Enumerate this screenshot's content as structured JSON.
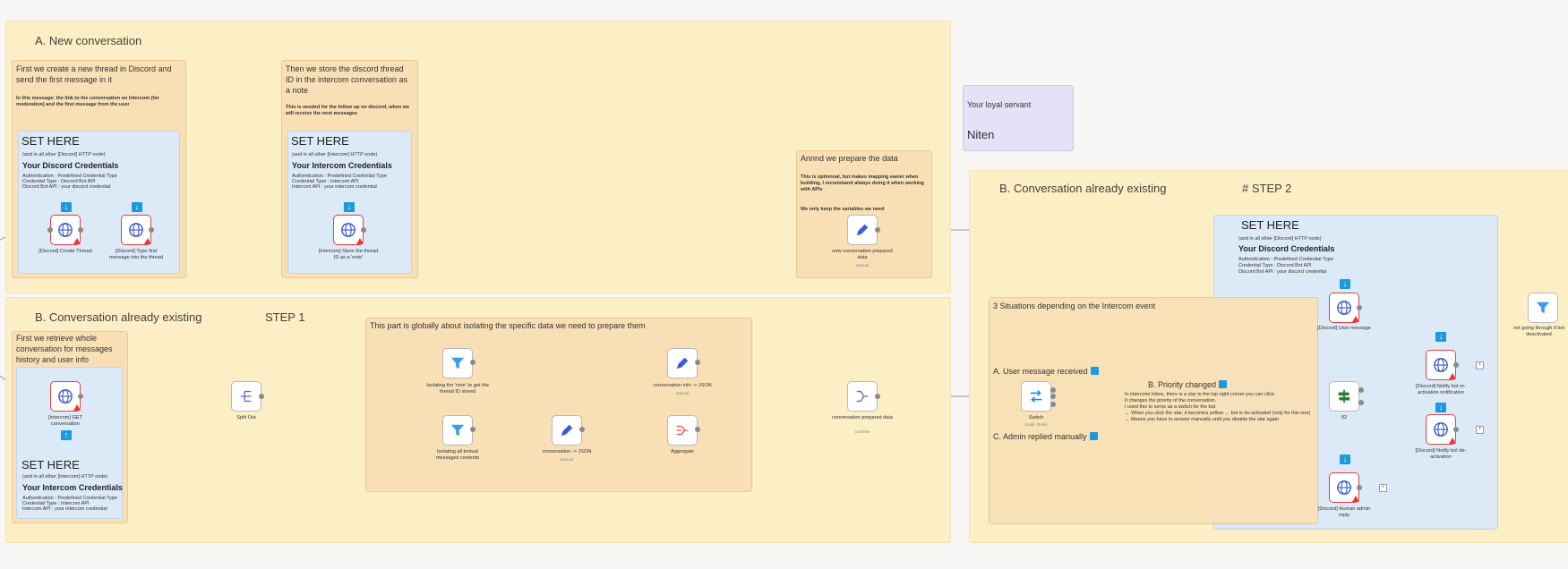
{
  "colors": {
    "group_bg": "#fcefc6",
    "note_bg": "#f8dfb6",
    "set_here_bg": "#dce9f6",
    "servant_bg": "#e5e1f6",
    "error": "#e03b3b",
    "accent_blue": "#1a9be0",
    "switch_blue": "#1e88e5",
    "if_green": "#2e7d32"
  },
  "groupA": {
    "title": "A. New conversation",
    "note1": {
      "title": "First we create a new thread in Discord and send the first message in it",
      "body": "In this message: the link to the conversation on Intercom (for moderation) and the first message from the user"
    },
    "note2": {
      "title": "Then we store the discord thread ID in the intercom conversation as a note",
      "body": "This is needed for the follow up on discord, when we will receive the next messages"
    },
    "note3": {
      "title": "Annnd we prepare the data",
      "body1": "This is optionnal, but makes mapping easier when building, I recommand always doing it when working with APIs",
      "body2": "We only keep the variables we need"
    },
    "set1": {
      "heading": "SET HERE",
      "sub": "(and in all other [Discord] HTTP node)",
      "title": "Your Discord Credentials",
      "lines": [
        "Authentication : Predefined Credential Type",
        "Credential Type : Discord Bot API",
        "Discord Bot API : your discord credential"
      ]
    },
    "set2": {
      "heading": "SET HERE",
      "sub": "(and in all other [Intercom] HTTP node)",
      "title": "Your Intercom Credentials",
      "lines": [
        "Authentication : Predefined Credential Type",
        "Credential Type : Intercom API",
        "Intercom API : your intercom credential"
      ]
    }
  },
  "servant": {
    "line1": "Your loyal servant",
    "line2": "Niten"
  },
  "groupB1": {
    "title": "B. Conversation already existing",
    "step": "STEP 1",
    "note1": {
      "title": "First we retrieve whole conversation for messages history and user info"
    },
    "note2": {
      "title": "This part is globally about isolating the specific data we need to prepare them"
    },
    "set": {
      "heading": "SET HERE",
      "sub": "(and in all other [Intercom] HTTP node)",
      "title": "Your Intercom Credentials",
      "lines": [
        "Authentication : Predefined Credential Type",
        "Credential Type : Intercom API",
        "Intercom API : your intercom credential"
      ]
    }
  },
  "groupB2": {
    "title": "B. Conversation already existing",
    "step": "# STEP 2",
    "situations": "3 Situations depending on the Intercom event",
    "optA": "A. User message received",
    "optB": "B. Priority changed",
    "optC": "C. Admin replied manually",
    "prio_lines": [
      "In intercomi Inbox, there is a star in the top-right corner you can click.",
      "It changes the priority of the conversation.",
      "I used this to serve as a switch for the bot",
      "→ When you click the star, it becomes yellow → bot is de-activated (only for this one)",
      "→ Means you have to answer manually until you disable the star again"
    ],
    "set": {
      "heading": "SET HERE",
      "sub": "(and in all other [Discord] HTTP node)",
      "title": "Your Discord Credentials",
      "lines": [
        "Authentication : Predefined Credential Type",
        "Credential Type : Discord Bot API",
        "Discord Bot API : your discord credential"
      ]
    }
  },
  "nodes": {
    "create_thread": {
      "label": "[Discord] Create Thread"
    },
    "type_first": {
      "label": "[Discord] Type first message into the thread"
    },
    "store_thread": {
      "label": "[Intercom] Store the thread ID as a 'note'"
    },
    "new_conv": {
      "label": "new conversation prepared data",
      "sub": "manual"
    },
    "get_conv": {
      "label": "[Intercom] GET conversation"
    },
    "split_out": {
      "label": "Split Out"
    },
    "isolate_note": {
      "label": "Isolating the 'note' to get the thread ID stored"
    },
    "isolate_text": {
      "label": "Isolating all textual messages contents"
    },
    "conv_info_json": {
      "label": "conversation info -> JSON",
      "sub": "manual"
    },
    "conv_json": {
      "label": "conversation -> JSON",
      "sub": "manual"
    },
    "aggregate": {
      "label": "Aggregate"
    },
    "conv_prepared": {
      "label": "conversation prepared data",
      "sub": "combine"
    },
    "switch": {
      "label": "Switch",
      "sub": "mode: Rules"
    },
    "user_msg": {
      "label": "[Discord] User message"
    },
    "if2": {
      "label": "If2"
    },
    "notify_re": {
      "label": "[Discord] Notify bot re-activation notification"
    },
    "notify_de": {
      "label": "[Discord] Notify bot de-activation"
    },
    "human_admin": {
      "label": "[Discord] Human admin reply"
    },
    "not_going": {
      "label": "not going through if bot deactivated"
    }
  }
}
